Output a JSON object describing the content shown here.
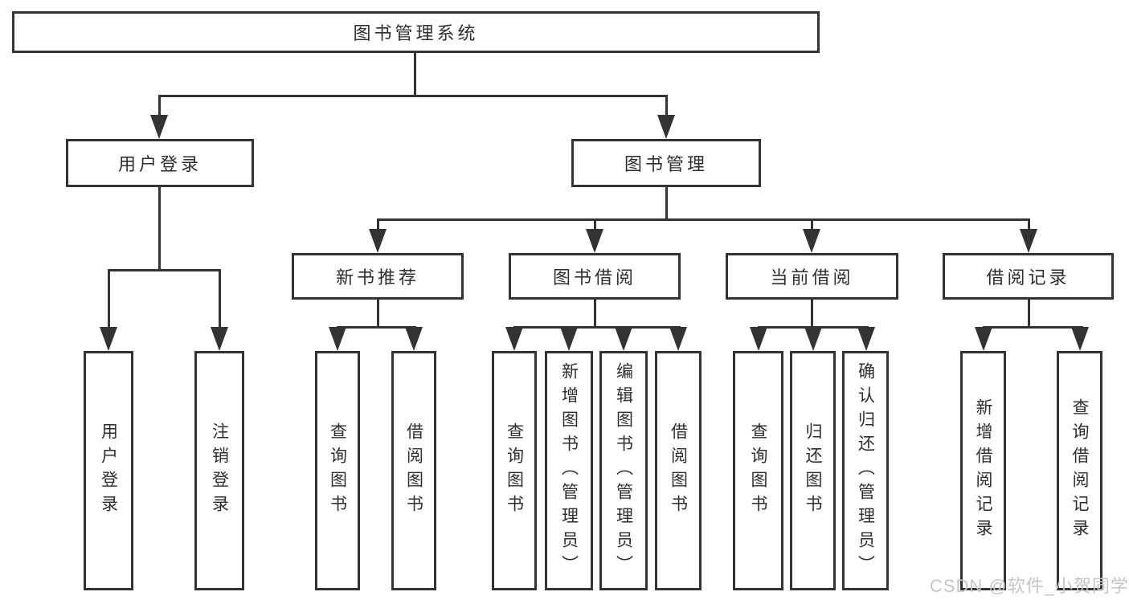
{
  "diagram": {
    "root": {
      "label": "图书管理系统"
    },
    "branches": [
      {
        "label": "用户登录",
        "children": [
          {
            "label": "用户登录"
          },
          {
            "label": "注销登录"
          }
        ]
      },
      {
        "label": "图书管理",
        "children": [
          {
            "label": "新书推荐",
            "children": [
              {
                "label": "查询图书"
              },
              {
                "label": "借阅图书"
              }
            ]
          },
          {
            "label": "图书借阅",
            "children": [
              {
                "label": "查询图书"
              },
              {
                "label": "新增图书（管理员）"
              },
              {
                "label": "编辑图书（管理员）"
              },
              {
                "label": "借阅图书"
              }
            ]
          },
          {
            "label": "当前借阅",
            "children": [
              {
                "label": "查询图书"
              },
              {
                "label": "归还图书"
              },
              {
                "label": "确认归还（管理员）"
              }
            ]
          },
          {
            "label": "借阅记录",
            "children": [
              {
                "label": "新增借阅记录"
              },
              {
                "label": "查询借阅记录"
              }
            ]
          }
        ]
      }
    ]
  },
  "watermark": "CSDN @软件_小贺同学",
  "colors": {
    "line": "#333333",
    "box_background": "#ffffff",
    "text": "#2e2e2e",
    "watermark": "#c6c6c6"
  }
}
